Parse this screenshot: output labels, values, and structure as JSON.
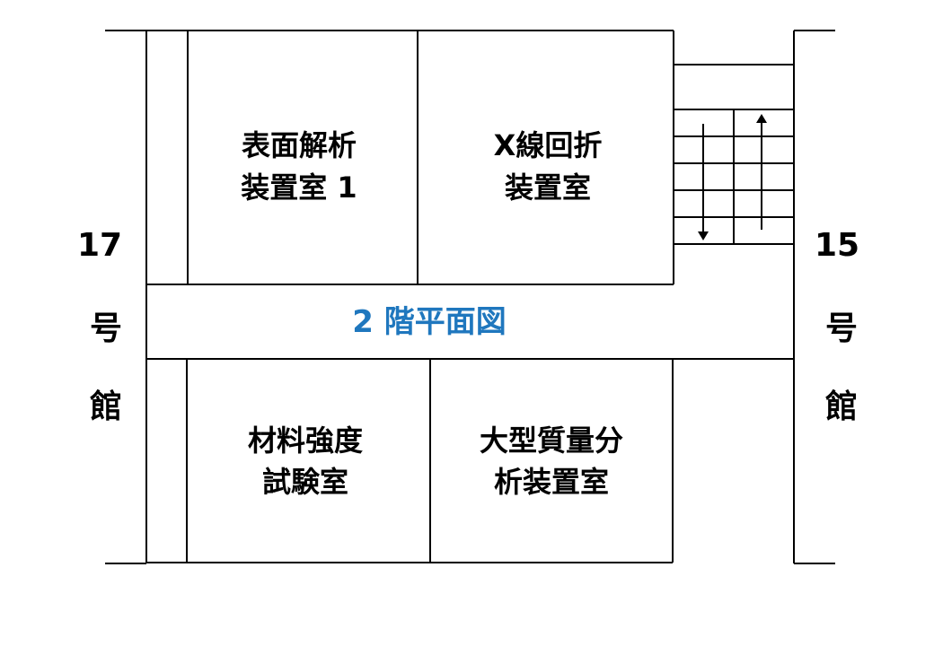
{
  "colors": {
    "wall": "#000000",
    "text": "#000000",
    "title": "#1F77BE"
  },
  "floor_title": "2 階平面図",
  "buildings": {
    "left": {
      "number": "17",
      "line1": "号",
      "line2": "館"
    },
    "right": {
      "number": "15",
      "line1": "号",
      "line2": "館"
    }
  },
  "rooms": {
    "surface_analysis": {
      "line1": "表面解析",
      "line2": "装置室 1"
    },
    "xray_diffraction": {
      "line1": "X線回折",
      "line2": "装置室"
    },
    "material_strength": {
      "line1": "材料強度",
      "line2": "試験室"
    },
    "mass_spectrometry": {
      "line1": "大型質量分",
      "line2": "析装置室"
    }
  },
  "icons": {
    "stairs": "stairs-icon",
    "down_arrow": "arrow-down-icon",
    "up_arrow": "arrow-up-icon"
  }
}
